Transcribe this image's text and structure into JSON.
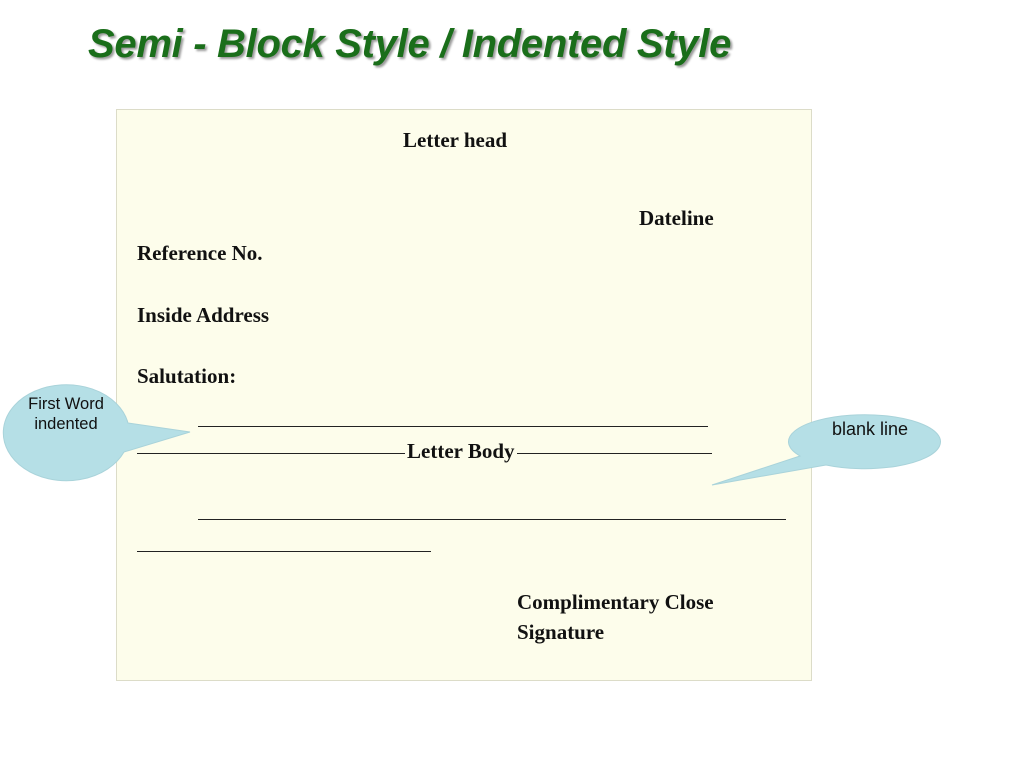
{
  "title": "Semi - Block Style / Indented Style",
  "letter": {
    "letter_head": "Letter head",
    "dateline": "Dateline",
    "reference_no": "Reference No.",
    "inside_address": "Inside Address",
    "salutation": "Salutation:",
    "letter_body": "Letter Body",
    "complimentary_close": "Complimentary Close",
    "signature": "Signature"
  },
  "callouts": {
    "first_word_indented": "First Word indented",
    "blank_line": "blank line"
  },
  "colors": {
    "title": "#1a6e1a",
    "letter_background": "#fdfdeb",
    "callout_fill": "#b5dfe6"
  }
}
